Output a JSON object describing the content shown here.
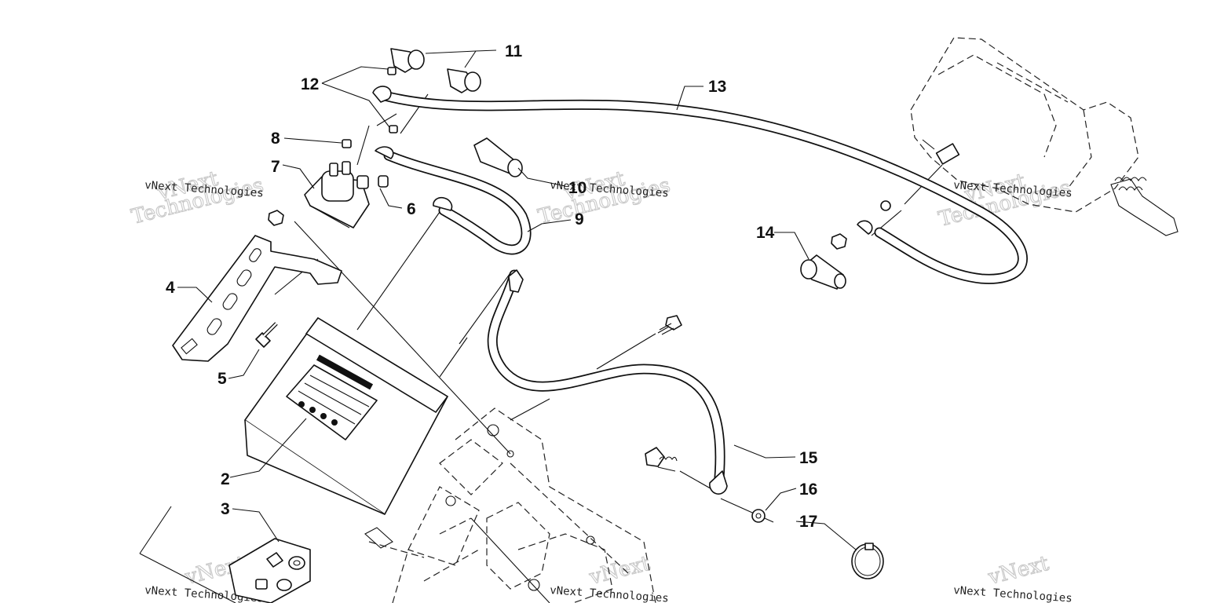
{
  "callouts": [
    {
      "id": "c2",
      "text": "2"
    },
    {
      "id": "c3",
      "text": "3"
    },
    {
      "id": "c4",
      "text": "4"
    },
    {
      "id": "c5",
      "text": "5"
    },
    {
      "id": "c6",
      "text": "6"
    },
    {
      "id": "c7",
      "text": "7"
    },
    {
      "id": "c8",
      "text": "8"
    },
    {
      "id": "c9",
      "text": "9"
    },
    {
      "id": "c10",
      "text": "10"
    },
    {
      "id": "c11",
      "text": "11"
    },
    {
      "id": "c12",
      "text": "12"
    },
    {
      "id": "c13",
      "text": "13"
    },
    {
      "id": "c14",
      "text": "14"
    },
    {
      "id": "c15",
      "text": "15"
    },
    {
      "id": "c16",
      "text": "16"
    },
    {
      "id": "c17",
      "text": "17"
    }
  ],
  "watermark": {
    "brand_big_1": "vNext",
    "brand_big_2": "Technologies",
    "brand_small": "vNext Technologies"
  }
}
